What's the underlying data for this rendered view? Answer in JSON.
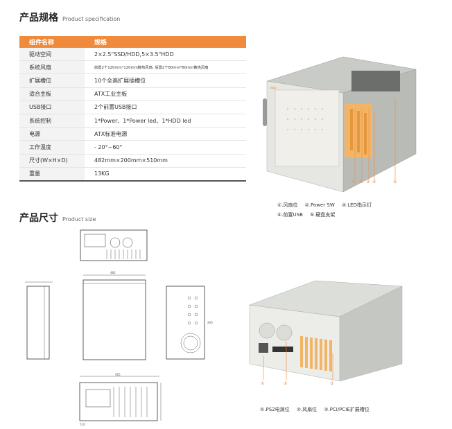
{
  "spec_section": {
    "title": "产品规格",
    "subtitle": "Product specification"
  },
  "spec_table": {
    "headers": [
      "组件名称",
      "规格"
    ],
    "rows": [
      {
        "key": "驱动空间",
        "value": "2×2.5\"SSD/HDD,5×3.5\"HDD"
      },
      {
        "key": "系统风扇",
        "value": "前置2个120mm*120mm散热风扇, 后置2个80mm*80mm散热风扇"
      },
      {
        "key": "扩展槽位",
        "value": "10个全高扩展插槽位"
      },
      {
        "key": "适合主板",
        "value": "ATX工业主板"
      },
      {
        "key": "USB接口",
        "value": "2个前置USB接口"
      },
      {
        "key": "系统控制",
        "value": "1*Power、1*Power led、1*HDD led"
      },
      {
        "key": "电源",
        "value": "ATX标准电源"
      },
      {
        "key": "工作温度",
        "value": "- 20°~60°"
      },
      {
        "key": "尺寸(W×H×D)",
        "value": "482mm×200mm×510mm"
      },
      {
        "key": "重量",
        "value": "13KG"
      }
    ]
  },
  "size_section": {
    "title": "产品尺寸",
    "subtitle": "Product size"
  },
  "front_callouts": {
    "numbers": [
      "①",
      "②",
      "③",
      "④",
      "⑤"
    ],
    "line1": [
      "①.风扇位",
      "②.Power SW",
      "③.LED指示灯"
    ],
    "line2": [
      "④.前置USB",
      "⑤.硬盘支架"
    ]
  },
  "rear_callouts": {
    "numbers": [
      "①",
      "②",
      "③"
    ],
    "line1": [
      "①.PS2电源位",
      "②.风扇位",
      "③.PCI/PCIE扩展槽位"
    ]
  },
  "drawing_dims": {
    "width_top": "482",
    "width_inner": "465",
    "depth": "510",
    "height": "200"
  },
  "colors": {
    "accent": "#f08a3c",
    "chassis": "#d9dcd6",
    "panel": "#ecece8"
  }
}
